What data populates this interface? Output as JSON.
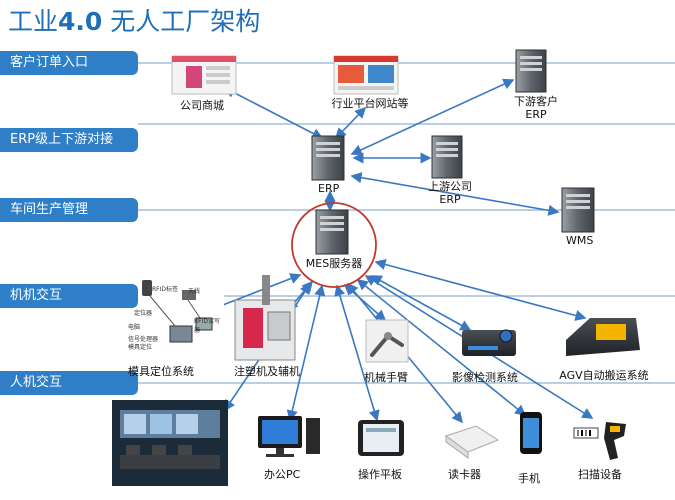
{
  "title": {
    "prefix": "工业",
    "bold": "4.0",
    "suffix": " 无人工厂架构"
  },
  "bands": [
    {
      "id": "order",
      "label": "客户订单入口"
    },
    {
      "id": "erp",
      "label": "ERP级上下游对接"
    },
    {
      "id": "workshop",
      "label": "车间生产管理"
    },
    {
      "id": "machine",
      "label": "机机交互"
    },
    {
      "id": "human",
      "label": "人机交互"
    }
  ],
  "nodes": {
    "mall": "公司商城",
    "platform": "行业平台网站等",
    "downstream": "下游客户ERP",
    "erp": "ERP",
    "upstream": "上游公司ERP",
    "wms": "WMS",
    "mes": "MES服务器",
    "mold": "模具定位系统",
    "injection": "注塑机及辅机",
    "arm": "机械手臂",
    "vision": "影像检测系统",
    "agv": "AGV自动搬运系统",
    "control": "",
    "pc": "办公PC",
    "tablet": "操作平板",
    "reader": "读卡器",
    "phone": "手机",
    "scanner": "扫描设备"
  },
  "mold_diagram_labels": [
    "RFID标签",
    "天线",
    "电脑",
    "RFID读写器",
    "定位器",
    "信号处理器",
    "模具定位"
  ],
  "colors": {
    "band": "#2e7fc8",
    "arrow": "#3a78c2",
    "title": "#1f6fb8",
    "highlight": "#c0392b"
  }
}
